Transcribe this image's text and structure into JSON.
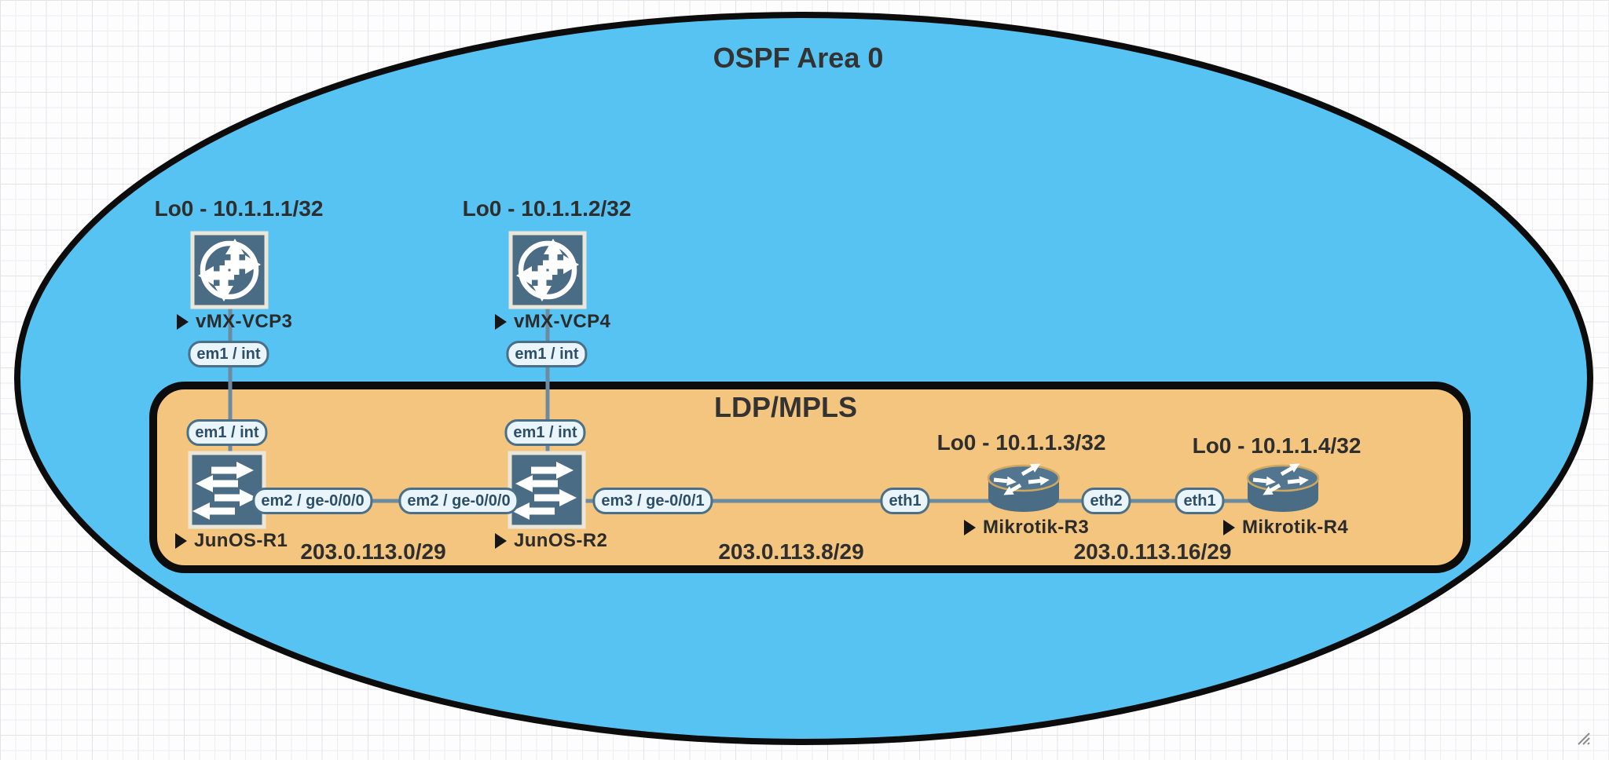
{
  "titles": {
    "ospf_area": "OSPF Area 0",
    "ldp_mpls": "LDP/MPLS"
  },
  "nodes": [
    {
      "label": "vMX-VCP3",
      "loopback": "Lo0 - 10.1.1.1/32",
      "kind": "juniper-router"
    },
    {
      "label": "vMX-VCP4",
      "loopback": "Lo0 - 10.1.1.2/32",
      "kind": "juniper-router"
    },
    {
      "label": "JunOS-R1",
      "kind": "switch-router"
    },
    {
      "label": "JunOS-R2",
      "kind": "switch-router"
    },
    {
      "label": "Mikrotik-R3",
      "loopback": "Lo0 - 10.1.1.3/32",
      "kind": "router"
    },
    {
      "label": "Mikrotik-R4",
      "loopback": "Lo0 - 10.1.1.4/32",
      "kind": "router"
    }
  ],
  "links": [
    {
      "from": "vMX-VCP3",
      "from_if": "em1 / int",
      "to": "JunOS-R1",
      "to_if": "em1 / int"
    },
    {
      "from": "vMX-VCP4",
      "from_if": "em1 / int",
      "to": "JunOS-R2",
      "to_if": "em1 / int"
    },
    {
      "from": "JunOS-R1",
      "from_if": "em2 / ge-0/0/0",
      "to": "JunOS-R2",
      "to_if": "em2 / ge-0/0/0",
      "subnet": "203.0.113.0/29"
    },
    {
      "from": "JunOS-R2",
      "from_if": "em3 / ge-0/0/1",
      "to": "Mikrotik-R3",
      "to_if": "eth1",
      "subnet": "203.0.113.8/29"
    },
    {
      "from": "Mikrotik-R3",
      "from_if": "eth2",
      "to": "Mikrotik-R4",
      "to_if": "eth1",
      "subnet": "203.0.113.16/29"
    }
  ],
  "colors": {
    "area_fill": "#57c3f2",
    "ldp_fill": "#f4c57f",
    "shape_border": "#0c0c0c",
    "node_fill": "#4a6d85",
    "badge_bg": "#eaf4fb",
    "badge_border": "#4a7089",
    "link_line": "#6d8ba0"
  }
}
